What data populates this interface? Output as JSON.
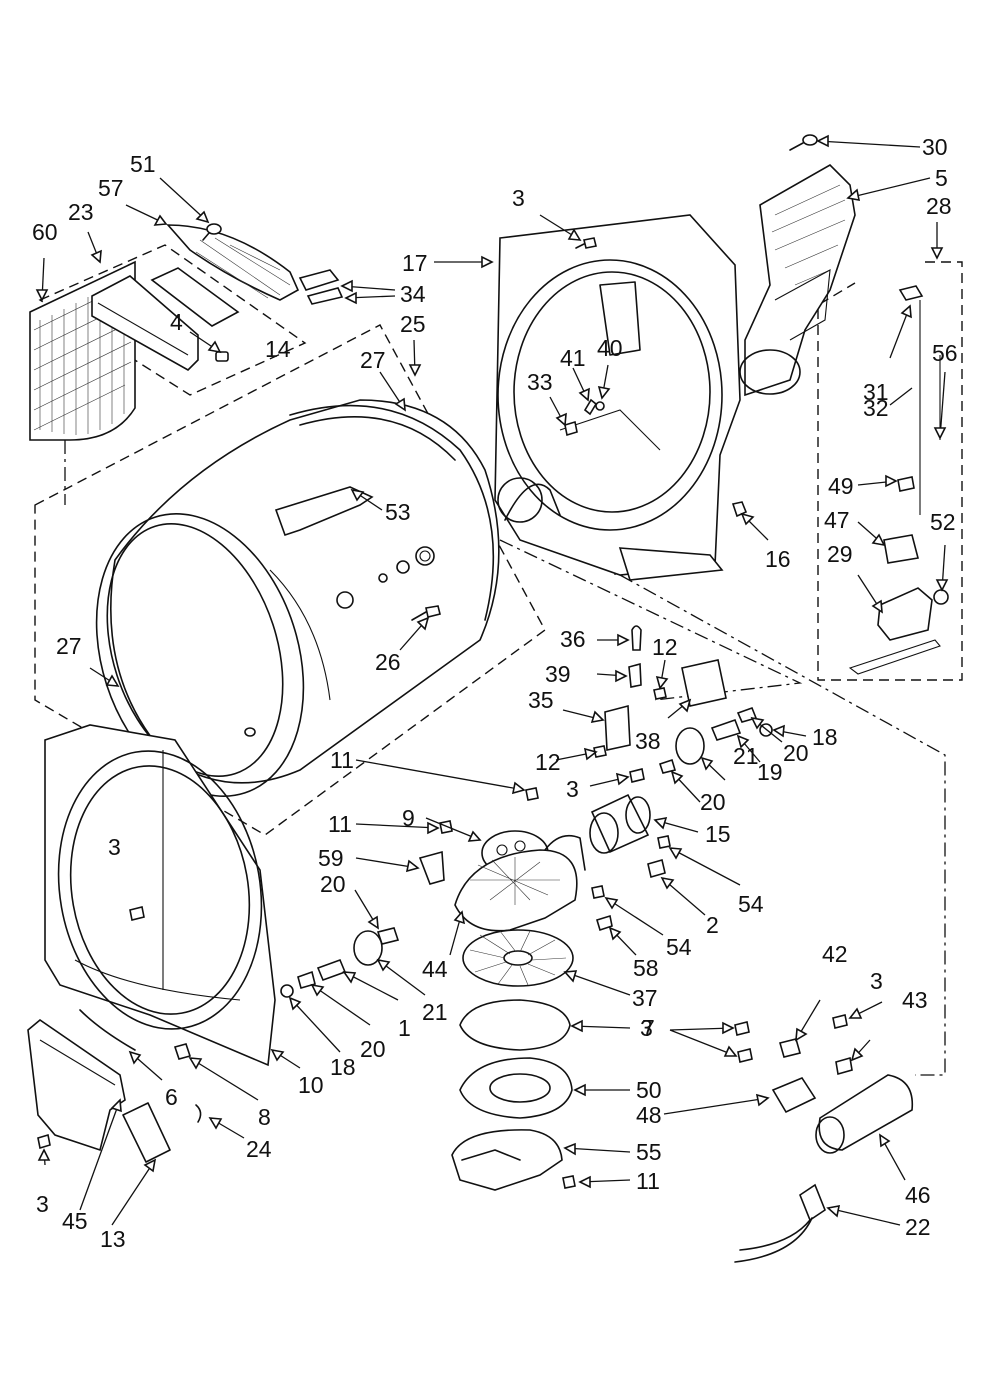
{
  "colors": {
    "line": "#111111",
    "background": "#ffffff"
  },
  "callouts": [
    {
      "id": "c30",
      "text": "30"
    },
    {
      "id": "c5",
      "text": "5"
    },
    {
      "id": "c28",
      "text": "28"
    },
    {
      "id": "c51",
      "text": "51"
    },
    {
      "id": "c57",
      "text": "57"
    },
    {
      "id": "c23",
      "text": "23"
    },
    {
      "id": "c60",
      "text": "60"
    },
    {
      "id": "c34",
      "text": "34"
    },
    {
      "id": "c4",
      "text": "4"
    },
    {
      "id": "c14",
      "text": "14"
    },
    {
      "id": "c25",
      "text": "25"
    },
    {
      "id": "c27a",
      "text": "27"
    },
    {
      "id": "c27b",
      "text": "27"
    },
    {
      "id": "c53",
      "text": "53"
    },
    {
      "id": "c26",
      "text": "26"
    },
    {
      "id": "c3a",
      "text": "3"
    },
    {
      "id": "c17",
      "text": "17"
    },
    {
      "id": "c41",
      "text": "41"
    },
    {
      "id": "c40",
      "text": "40"
    },
    {
      "id": "c33",
      "text": "33"
    },
    {
      "id": "c16",
      "text": "16"
    },
    {
      "id": "c31",
      "text": "31"
    },
    {
      "id": "c56",
      "text": "56"
    },
    {
      "id": "c32",
      "text": "32"
    },
    {
      "id": "c49",
      "text": "49"
    },
    {
      "id": "c47",
      "text": "47"
    },
    {
      "id": "c52",
      "text": "52"
    },
    {
      "id": "c29",
      "text": "29"
    },
    {
      "id": "c36",
      "text": "36"
    },
    {
      "id": "c12a",
      "text": "12"
    },
    {
      "id": "c39",
      "text": "39"
    },
    {
      "id": "c35",
      "text": "35"
    },
    {
      "id": "c12b",
      "text": "12"
    },
    {
      "id": "c38",
      "text": "38"
    },
    {
      "id": "c18a",
      "text": "18"
    },
    {
      "id": "c20a",
      "text": "20"
    },
    {
      "id": "c19",
      "text": "19"
    },
    {
      "id": "c21a",
      "text": "21"
    },
    {
      "id": "c20b",
      "text": "20"
    },
    {
      "id": "c11a",
      "text": "11"
    },
    {
      "id": "c3b",
      "text": "3"
    },
    {
      "id": "c9",
      "text": "9"
    },
    {
      "id": "c15",
      "text": "15"
    },
    {
      "id": "c11b",
      "text": "11"
    },
    {
      "id": "c59",
      "text": "59"
    },
    {
      "id": "c54a",
      "text": "54"
    },
    {
      "id": "c2",
      "text": "2"
    },
    {
      "id": "c20c",
      "text": "20"
    },
    {
      "id": "c3c",
      "text": "3"
    },
    {
      "id": "c54b",
      "text": "54"
    },
    {
      "id": "c58",
      "text": "58"
    },
    {
      "id": "c44",
      "text": "44"
    },
    {
      "id": "c21b",
      "text": "21"
    },
    {
      "id": "c37",
      "text": "37"
    },
    {
      "id": "c42",
      "text": "42"
    },
    {
      "id": "c3d",
      "text": "3"
    },
    {
      "id": "c43",
      "text": "43"
    },
    {
      "id": "c1",
      "text": "1"
    },
    {
      "id": "c7",
      "text": "7"
    },
    {
      "id": "c20d",
      "text": "20"
    },
    {
      "id": "c18b",
      "text": "18"
    },
    {
      "id": "c3e",
      "text": "3"
    },
    {
      "id": "c6",
      "text": "6"
    },
    {
      "id": "c10",
      "text": "10"
    },
    {
      "id": "c8",
      "text": "8"
    },
    {
      "id": "c50",
      "text": "50"
    },
    {
      "id": "c48",
      "text": "48"
    },
    {
      "id": "c24",
      "text": "24"
    },
    {
      "id": "c55",
      "text": "55"
    },
    {
      "id": "c46",
      "text": "46"
    },
    {
      "id": "c11c",
      "text": "11"
    },
    {
      "id": "c3f",
      "text": "3"
    },
    {
      "id": "c45",
      "text": "45"
    },
    {
      "id": "c13",
      "text": "13"
    },
    {
      "id": "c22",
      "text": "22"
    }
  ]
}
